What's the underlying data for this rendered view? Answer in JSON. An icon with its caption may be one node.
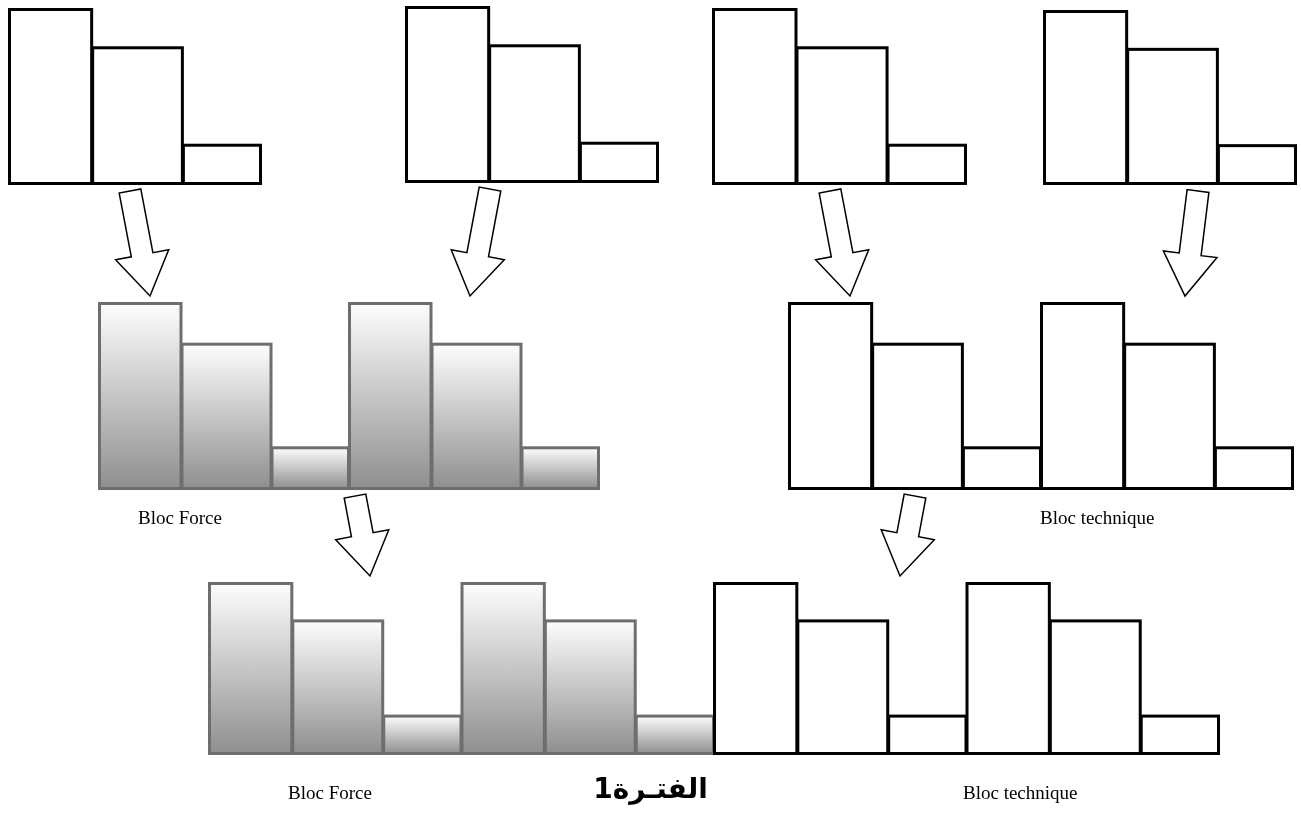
{
  "diagram": {
    "caption": "الفتـرة1",
    "nodes": [
      {
        "text": [],
        "shape": "bar"
      },
      {
        "text": [],
        "shape": "bar"
      },
      {
        "text": [],
        "shape": "bar"
      },
      {
        "text": [],
        "shape": "bar"
      },
      {
        "text": [],
        "shape": "bar",
        "beside": [
          "Bloc Force"
        ]
      },
      {
        "text": [],
        "shape": "bar",
        "beside": [
          "Bloc technique"
        ]
      },
      {
        "text": [],
        "shape": "bar",
        "beside": [
          "Bloc Force"
        ]
      },
      {
        "text": [],
        "shape": "bar",
        "beside": [
          "Bloc technique"
        ]
      }
    ],
    "edges": [
      {
        "from": 0,
        "to": 4,
        "arrow": "to"
      },
      {
        "from": 1,
        "to": 4,
        "arrow": "to"
      },
      {
        "from": 2,
        "to": 5,
        "arrow": "to"
      },
      {
        "from": 3,
        "to": 5,
        "arrow": "to"
      },
      {
        "from": 4,
        "to": 6,
        "arrow": "to"
      },
      {
        "from": 5,
        "to": 7,
        "arrow": "to"
      }
    ]
  }
}
